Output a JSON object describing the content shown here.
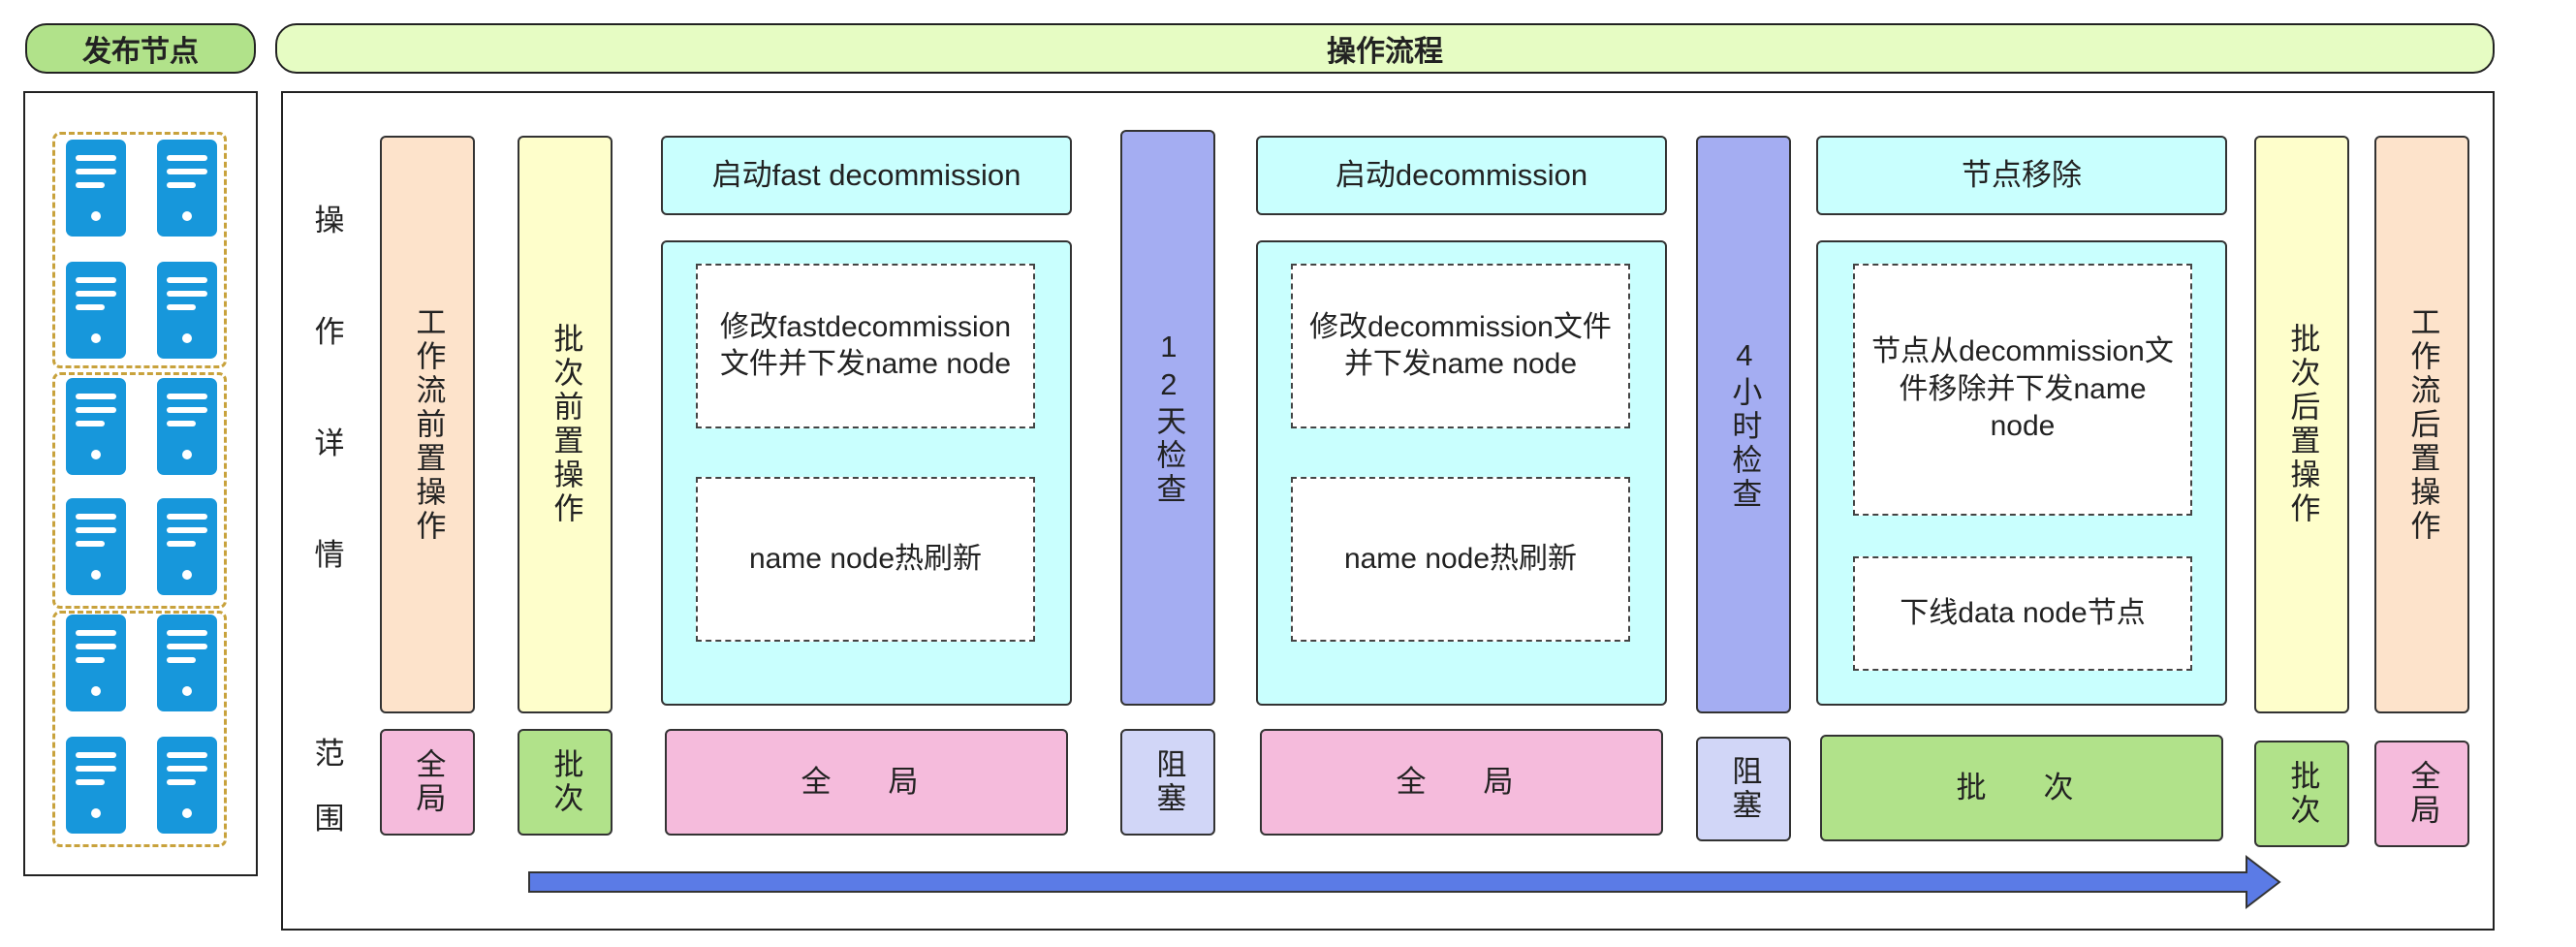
{
  "headers": {
    "publish_nodes": "发布节点",
    "operation_flow": "操作流程"
  },
  "side_labels": {
    "details": [
      "操",
      "作",
      "详",
      "情"
    ],
    "scope": [
      "范",
      "围"
    ]
  },
  "steps": {
    "workflow_pre": "工作流前置操作",
    "batch_pre": "批次前置操作",
    "fast_decom_title": "启动fast decommission",
    "fast_decom_step1": "修改fastdecommission文件并下发name node",
    "fast_decom_step2": "name node热刷新",
    "check_12d": "12天检查",
    "decom_title": "启动decommission",
    "decom_step1": "修改decommission文件并下发name node",
    "decom_step2": "name node热刷新",
    "check_4h": "4小时检查",
    "remove_title": "节点移除",
    "remove_step1": "节点从decommission文件移除并下发name node",
    "remove_step2": "下线data node节点",
    "batch_post": "批次后置操作",
    "workflow_post": "工作流后置操作"
  },
  "scopes": {
    "global_short": "全局",
    "batch_short": "批次",
    "global_wide": "全　局",
    "blocking": "阻塞",
    "batch_wide": "批　次"
  },
  "colors": {
    "peach": "#fde3cb",
    "yellow": "#fefecb",
    "cyan": "#c9fffe",
    "purple": "#a4adf2",
    "pink": "#f5bbdc",
    "green": "#b1e28a",
    "lavender": "#d1d6f7",
    "arrow": "#5b7be6",
    "server": "#1797db"
  },
  "icons": {
    "server": "server-icon",
    "arrow": "flow-arrow"
  }
}
